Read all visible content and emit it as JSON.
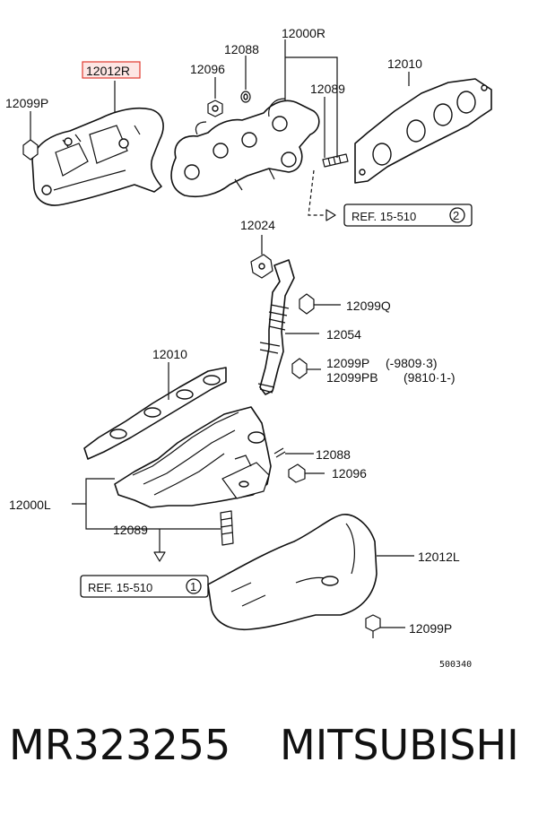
{
  "diagram": {
    "labels": {
      "l12000R": "12000R",
      "l12088_top": "12088",
      "l12096_top": "12096",
      "l12012R": "12012R",
      "l12010_top": "12010",
      "l12099P_top": "12099P",
      "l12089_top": "12089",
      "l12024": "12024",
      "l12099Q": "12099Q",
      "l12054": "12054",
      "l12010_mid": "12010",
      "l12099P_mid": "12099P",
      "l12099P_mid_range": "(-9809·3)",
      "l12099PB": "12099PB",
      "l12099PB_range": "(9810·1-)",
      "l12088_mid": "12088",
      "l12096_mid": "12096",
      "l12000L": "12000L",
      "l12089_bot": "12089",
      "l12012L": "12012L",
      "l12099P_bot": "12099P",
      "ref_top_text": "REF. 15-510",
      "ref_top_num": "2",
      "ref_bot_text": "REF. 15-510",
      "ref_bot_num": "1",
      "drawing_number": "500340"
    },
    "highlight_color": "#e0392f"
  },
  "footer": {
    "part_number": "MR323255",
    "brand": "MITSUBISHI"
  }
}
